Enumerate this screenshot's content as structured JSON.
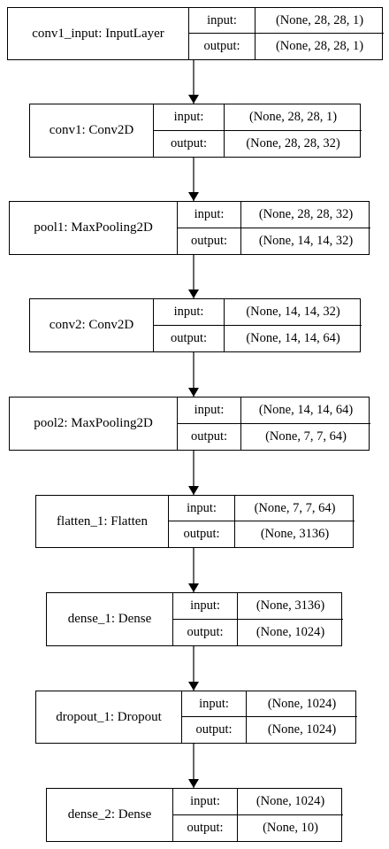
{
  "diagram": {
    "input_label": "input:",
    "output_label": "output:",
    "layers": [
      {
        "name": "conv1_input: InputLayer",
        "input": "(None, 28, 28, 1)",
        "output": "(None, 28, 28, 1)"
      },
      {
        "name": "conv1: Conv2D",
        "input": "(None, 28, 28, 1)",
        "output": "(None, 28, 28, 32)"
      },
      {
        "name": "pool1: MaxPooling2D",
        "input": "(None, 28, 28, 32)",
        "output": "(None, 14, 14, 32)"
      },
      {
        "name": "conv2: Conv2D",
        "input": "(None, 14, 14, 32)",
        "output": "(None, 14, 14, 64)"
      },
      {
        "name": "pool2: MaxPooling2D",
        "input": "(None, 14, 14, 64)",
        "output": "(None, 7, 7, 64)"
      },
      {
        "name": "flatten_1: Flatten",
        "input": "(None, 7, 7, 64)",
        "output": "(None, 3136)"
      },
      {
        "name": "dense_1: Dense",
        "input": "(None, 3136)",
        "output": "(None, 1024)"
      },
      {
        "name": "dropout_1: Dropout",
        "input": "(None, 1024)",
        "output": "(None, 1024)"
      },
      {
        "name": "dense_2: Dense",
        "input": "(None, 1024)",
        "output": "(None, 10)"
      }
    ]
  }
}
